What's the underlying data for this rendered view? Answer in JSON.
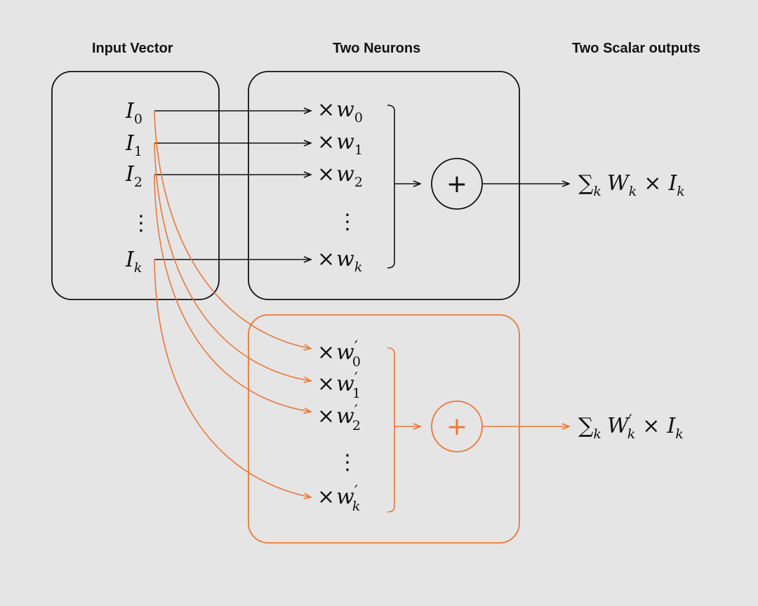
{
  "headings": {
    "input": "Input Vector",
    "neurons": "Two Neurons",
    "outputs": "Two Scalar outputs"
  },
  "colors": {
    "background": "#e5e5e5",
    "black": "#111111",
    "orange": "#e9783a"
  },
  "inputs": [
    {
      "base": "I",
      "sub": "0"
    },
    {
      "base": "I",
      "sub": "1"
    },
    {
      "base": "I",
      "sub": "2"
    },
    {
      "base": "⋮",
      "sub": ""
    },
    {
      "base": "I",
      "sub": "k"
    }
  ],
  "neuron_1": {
    "weights": [
      {
        "times": "×",
        "base": "w",
        "sub": "0",
        "prime": ""
      },
      {
        "times": "×",
        "base": "w",
        "sub": "1",
        "prime": ""
      },
      {
        "times": "×",
        "base": "w",
        "sub": "2",
        "prime": ""
      },
      {
        "times": "",
        "base": "⋮",
        "sub": "",
        "prime": ""
      },
      {
        "times": "×",
        "base": "w",
        "sub": "k",
        "prime": ""
      }
    ],
    "sum_symbol": "+",
    "output": {
      "sigma": "∑",
      "sigma_sub": "k",
      "w": "W",
      "w_sub": "k",
      "w_prime": "",
      "times": "×",
      "i": "I",
      "i_sub": "k"
    }
  },
  "neuron_2": {
    "weights": [
      {
        "times": "×",
        "base": "w",
        "sub": "0",
        "prime": "′"
      },
      {
        "times": "×",
        "base": "w",
        "sub": "1",
        "prime": "′"
      },
      {
        "times": "×",
        "base": "w",
        "sub": "2",
        "prime": "′"
      },
      {
        "times": "",
        "base": "⋮",
        "sub": "",
        "prime": ""
      },
      {
        "times": "×",
        "base": "w",
        "sub": "k",
        "prime": "′"
      }
    ],
    "sum_symbol": "+",
    "output": {
      "sigma": "∑",
      "sigma_sub": "k",
      "w": "W",
      "w_sub": "k",
      "w_prime": "′",
      "times": "×",
      "i": "I",
      "i_sub": "k"
    }
  }
}
